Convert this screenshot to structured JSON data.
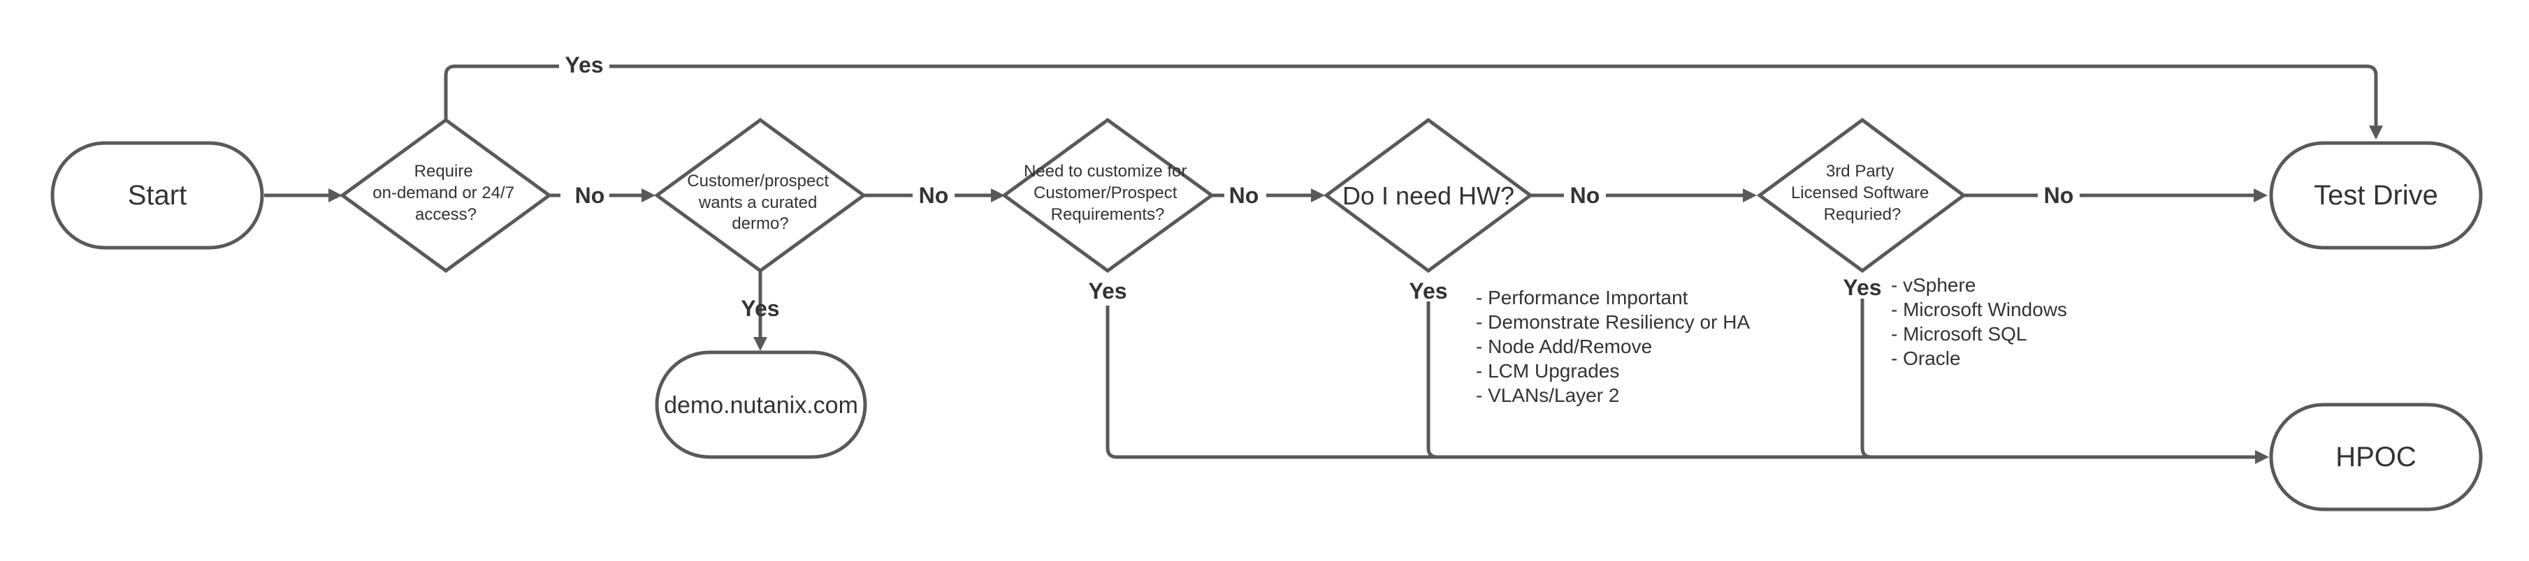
{
  "nodes": {
    "start": "Start",
    "q_access": [
      "Require",
      "on-demand or 24/7",
      "access?"
    ],
    "q_curated": [
      "Customer/prospect",
      "wants a curated",
      "dermo?"
    ],
    "q_customize": [
      "Need to customize for",
      "Customer/Prospect",
      "Requirements?"
    ],
    "q_hw": "Do I need HW?",
    "q_software": [
      "3rd Party",
      "Licensed Software",
      "Requried?"
    ],
    "test_drive": "Test Drive",
    "demo": "demo.nutanix.com",
    "hpoc": "HPOC"
  },
  "edge_labels": {
    "access_yes": "Yes",
    "access_no": "No",
    "curated_no": "No",
    "curated_yes": "Yes",
    "customize_no": "No",
    "customize_yes": "Yes",
    "hw_no": "No",
    "hw_yes": "Yes",
    "software_no": "No",
    "software_yes": "Yes"
  },
  "notes": {
    "hw_reasons": [
      "- Performance Important",
      "- Demonstrate Resiliency or HA",
      "- Node Add/Remove",
      "- LCM Upgrades",
      "- VLANs/Layer 2"
    ],
    "software_list": [
      "- vSphere",
      "- Microsoft Windows",
      "- Microsoft SQL",
      "- Oracle"
    ]
  },
  "colors": {
    "stroke": "#595959",
    "text": "#333333",
    "fill": "#ffffff"
  }
}
